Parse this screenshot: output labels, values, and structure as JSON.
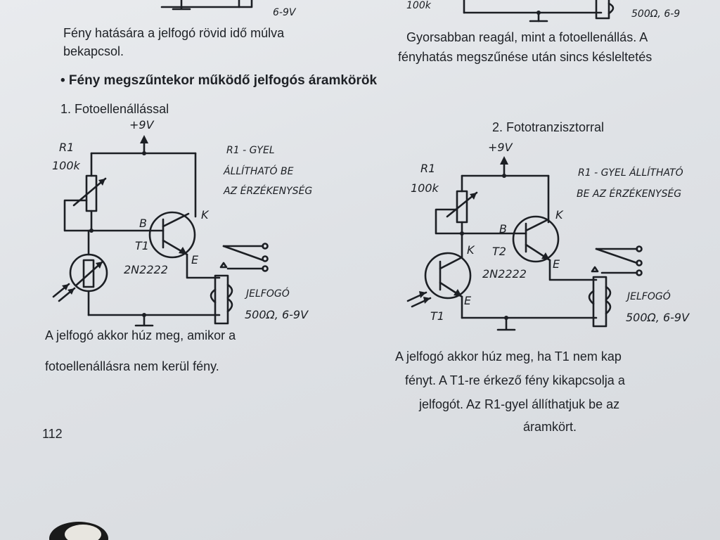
{
  "top": {
    "left_cont_label": "6-9V",
    "right_cont_label": "100k",
    "right_cont_relay": "500Ω, 6-9",
    "left_paragraph": [
      "Fény hatására a jelfogó rövid idő múlva",
      "bekapcsol."
    ],
    "right_paragraph": [
      "Gyorsabban reagál, mint a fotoellenállás. A",
      "fényhatás megszűnése után sincs késleltetés"
    ]
  },
  "section_title": "• Fény megszűntekor működő jelfogós áramkörök",
  "circuit1": {
    "caption": "1. Fotoellenállással",
    "supply": "+9V",
    "r_name": "R1",
    "r_value": "100k",
    "note": [
      "R1 - GYEL",
      "ÁLLÍTHATÓ BE",
      "AZ ÉRZÉKENYSÉG"
    ],
    "base": "B",
    "collector": "K",
    "emitter": "E",
    "t_name": "T1",
    "t_type": "2N2222",
    "relay_name": "JELFOGÓ",
    "relay_value": "500Ω, 6-9V",
    "description": [
      "A jelfogó akkor húz meg, amikor a",
      "fotoellenállásra nem kerül fény."
    ]
  },
  "circuit2": {
    "caption": "2. Fototranzisztorral",
    "supply": "+9V",
    "r_name": "R1",
    "r_value": "100k",
    "note": [
      "R1 - GYEL ÁLLÍTHATÓ",
      "BE AZ ÉRZÉKENYSÉG"
    ],
    "base": "B",
    "collector2": "K",
    "emitter2": "E",
    "t2_name": "T2",
    "t_type": "2N2222",
    "collector1": "K",
    "emitter1": "E",
    "t1_name": "T1",
    "relay_name": "JELFOGÓ",
    "relay_value": "500Ω, 6-9V",
    "description": [
      "A jelfogó akkor húz meg, ha T1 nem kap",
      "fényt. A T1-re érkező fény kikapcsolja a",
      "jelfogót. Az R1-gyel állíthatjuk be az",
      "áramkört."
    ]
  },
  "page_number": "112"
}
